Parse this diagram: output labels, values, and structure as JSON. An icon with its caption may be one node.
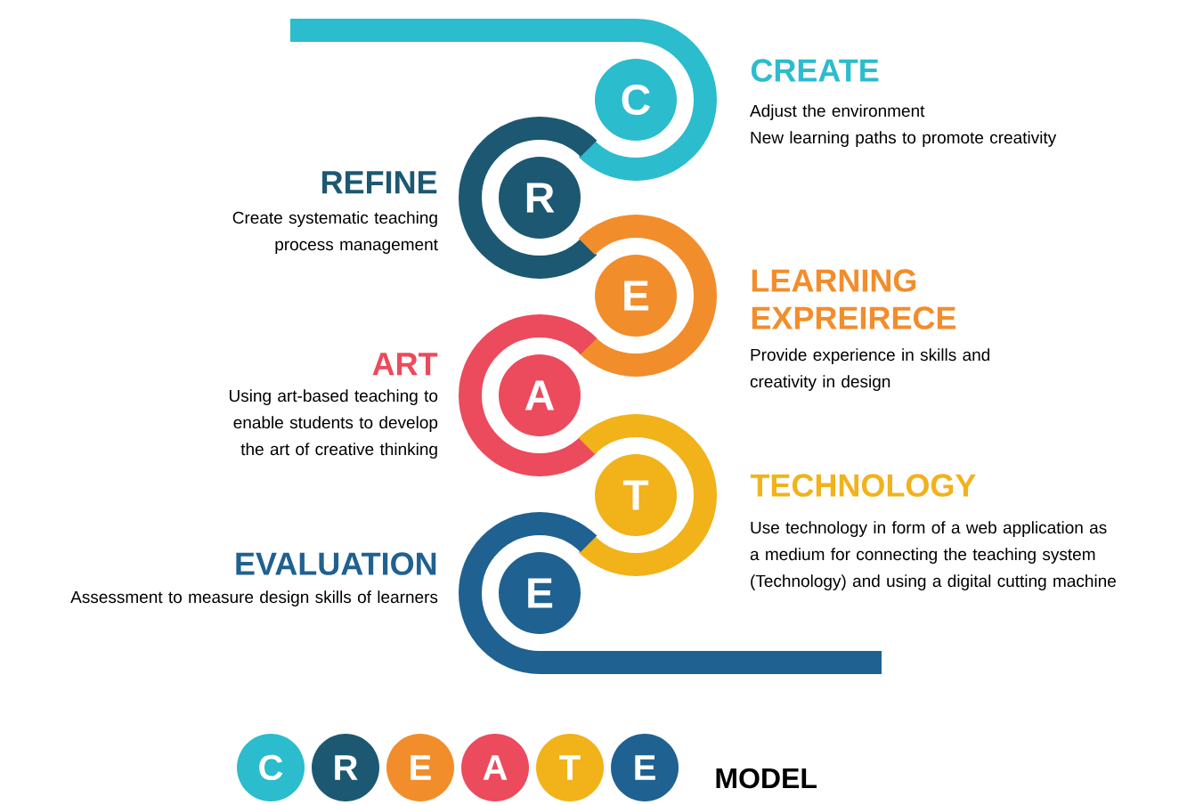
{
  "diagram": {
    "nodes": [
      {
        "text": [
          "C"
        ],
        "beside": [
          "CREATE",
          "Adjust the environment",
          "New learning paths to promote creativity"
        ]
      },
      {
        "text": [
          "R"
        ],
        "beside": [
          "REFINE",
          "Create systematic teaching process management"
        ]
      },
      {
        "text": [
          "E"
        ],
        "beside": [
          "LEARNING EXPREIRECE",
          "Provide experience in skills and creativity in design"
        ]
      },
      {
        "text": [
          "A"
        ],
        "beside": [
          "ART",
          "Using art-based teaching to enable students to develop the art of creative thinking"
        ]
      },
      {
        "text": [
          "T"
        ],
        "beside": [
          "TECHNOLOGY",
          "Use technology in form of a web application as a medium for connecting the teaching system (Technology) and using a digital cutting machine"
        ]
      },
      {
        "text": [
          "E"
        ],
        "beside": [
          "EVALUATION",
          "Assessment to measure design skills of learners"
        ]
      },
      {
        "text": [
          "C"
        ]
      },
      {
        "text": [
          "R"
        ]
      },
      {
        "text": [
          "E"
        ]
      },
      {
        "text": [
          "A"
        ]
      },
      {
        "text": [
          "T"
        ]
      },
      {
        "text": [
          "E"
        ]
      }
    ],
    "labels": [
      "MODEL"
    ]
  }
}
